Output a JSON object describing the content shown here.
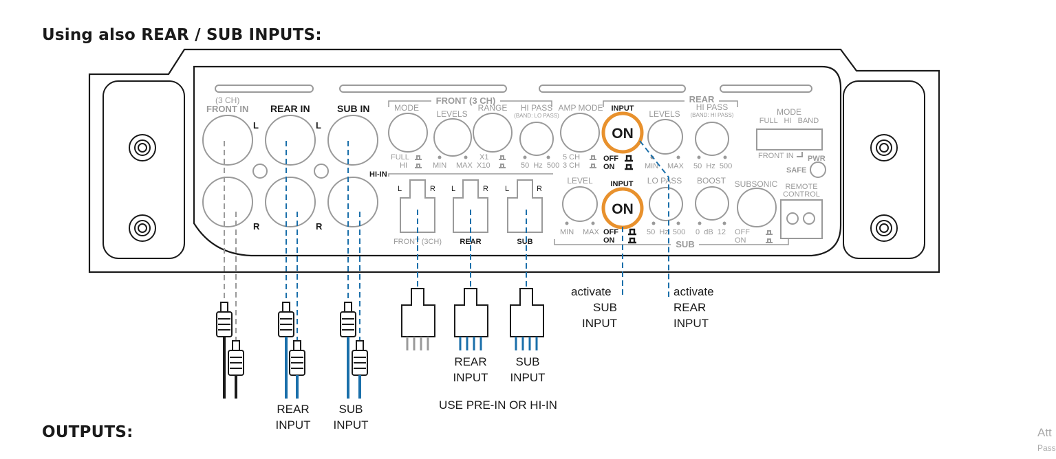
{
  "headings": {
    "rear_sub_inputs": "Using also REAR / SUB INPUTS:",
    "outputs": "OUTPUTS:"
  },
  "corner": {
    "line1": "Att",
    "line2": "Pass"
  },
  "panel": {
    "front_in": {
      "top": "(3 CH)",
      "title": "FRONT IN",
      "l": "L",
      "r": "R"
    },
    "rear_in": {
      "title": "REAR IN",
      "l": "L",
      "r": "R"
    },
    "sub_in": {
      "title": "SUB IN"
    },
    "front_group": {
      "title": "FRONT (3 CH)",
      "mode": {
        "title": "MODE",
        "full": "FULL",
        "hi": "HI"
      },
      "levels": {
        "title": "LEVELS",
        "min": "MIN",
        "max": "MAX"
      },
      "range": {
        "title": "RANGE",
        "x1": "X1",
        "x10": "X10"
      },
      "hi_pass": {
        "title": "HI PASS",
        "sub": "(BAND: LO PASS)",
        "scale": "50  Hz  500"
      }
    },
    "amp_mode": {
      "title": "AMP MODE",
      "ch5": "5 CH",
      "ch3": "3 CH"
    },
    "rear_group": {
      "title": "REAR",
      "input": {
        "title": "INPUT",
        "on": "ON",
        "off": "OFF",
        "on_small": "ON"
      },
      "levels": {
        "title": "LEVELS",
        "min": "MIN",
        "max": "MAX"
      },
      "hi_pass": {
        "title": "HI PASS",
        "sub": "(BAND: HI PASS)",
        "scale": "50  Hz  500"
      }
    },
    "mode_box": {
      "title": "MODE",
      "options": "FULL   HI   BAND",
      "front_in": "FRONT IN"
    },
    "pwr": "PWR",
    "safe": "SAFE",
    "hi_in": {
      "label": "HI-IN",
      "front": "FRONT (3CH)",
      "rear": "REAR",
      "sub": "SUB",
      "l": "L",
      "r": "R"
    },
    "sub_group": {
      "title": "SUB",
      "level": {
        "title": "LEVEL",
        "min": "MIN",
        "max": "MAX"
      },
      "input": {
        "title": "INPUT",
        "on": "ON",
        "off": "OFF",
        "on_small": "ON"
      },
      "lo_pass": {
        "title": "LO PASS",
        "scale": "50  Hz  500"
      },
      "boost": {
        "title": "BOOST",
        "scale": "0  dB  12"
      },
      "subsonic": {
        "title": "SUBSONIC",
        "off": "OFF",
        "on": "ON"
      },
      "remote": {
        "line1": "REMOTE",
        "line2": "CONTROL"
      }
    }
  },
  "callouts": {
    "activate_sub": [
      "activate",
      "SUB",
      "INPUT"
    ],
    "activate_rear": [
      "activate",
      "REAR",
      "INPUT"
    ],
    "rear_input_rca": [
      "REAR",
      "INPUT"
    ],
    "sub_input_rca": [
      "SUB",
      "INPUT"
    ],
    "rear_input_hi": [
      "REAR",
      "INPUT"
    ],
    "sub_input_hi": [
      "SUB",
      "INPUT"
    ],
    "use_pre_in": "USE PRE-IN OR HI-IN"
  },
  "colors": {
    "outline": "#1a1a1a",
    "panel_gray": "#9a9a9a",
    "accent_blue": "#1a6faa",
    "highlight_orange": "#e8912d"
  }
}
